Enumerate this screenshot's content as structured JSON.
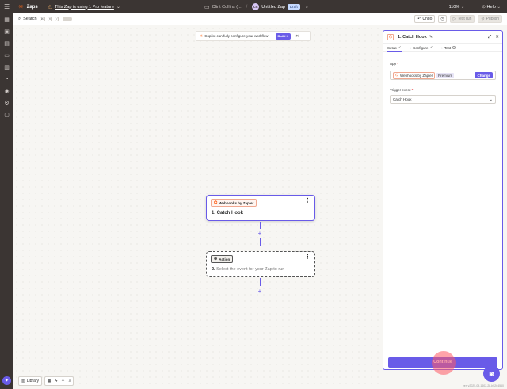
{
  "topbar": {
    "zaps_label": "Zaps",
    "pro_feature": "This Zap is using 1 Pro feature",
    "client": "Clint Collins (...",
    "avatar": "CC",
    "zap_name": "Untitled Zap",
    "draft": "Draft",
    "zoom": "110%",
    "help": "Help"
  },
  "toolbar": {
    "search_label": "Search",
    "kbd1": "⌘",
    "kbd2": "K",
    "kbd3": "/",
    "undo": "Undo",
    "test_run": "Test run",
    "publish": "Publish"
  },
  "copilot": {
    "text": "Copilot can fully configure your workflow",
    "build": "Build it"
  },
  "trigger": {
    "app": "Webhooks by Zapier",
    "title": "1. Catch Hook"
  },
  "action": {
    "chip": "Action",
    "number": "2.",
    "desc": "Select the event for your Zap to run"
  },
  "bottom": {
    "library": "Library"
  },
  "panel": {
    "title": "1. Catch Hook",
    "steps": [
      "Setup",
      "Configure",
      "Test"
    ],
    "app_label": "App",
    "app_name": "Webhooks by Zapier",
    "premium": "Premium",
    "change": "Change",
    "event_label": "Trigger event",
    "event_value": "Catch Hook",
    "continue": "Continue"
  },
  "version": "ver. v2025-09-1602-28-b5264560"
}
